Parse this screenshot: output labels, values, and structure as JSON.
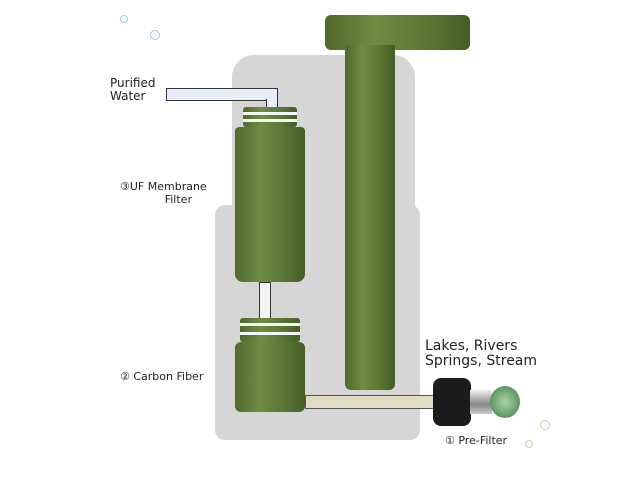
{
  "labels": {
    "purified_water": [
      "Purified",
      "Water"
    ],
    "uf_membrane": [
      "③UF Membrane",
      "Filter"
    ],
    "carbon_fiber": "② Carbon Fiber",
    "source": [
      "Lakes, Rivers",
      "Springs, Stream"
    ],
    "pre_filter": "① Pre-Filter"
  },
  "colors": {
    "filter_green": "#5f7a3a",
    "body_gray": "#d6d6d6",
    "tube_beige": "#e3dcc4",
    "outlet_blue": "#e6eefa"
  }
}
